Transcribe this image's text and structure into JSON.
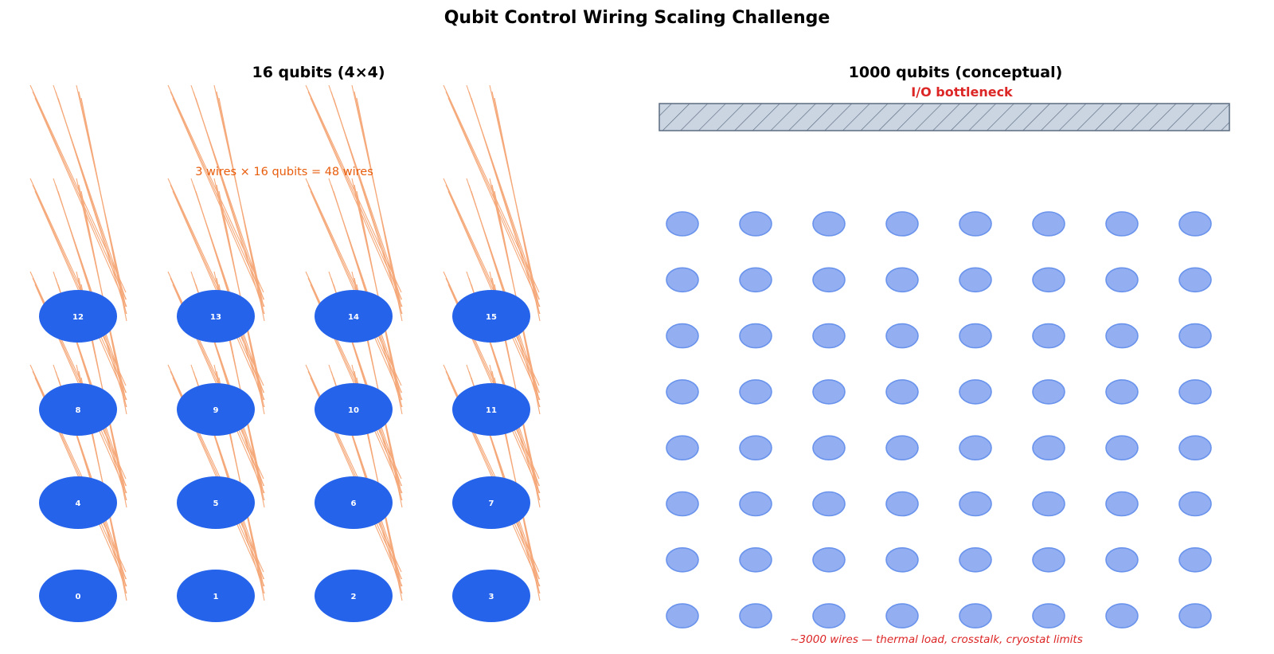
{
  "figure": {
    "title": "Qubit Control Wiring Scaling Challenge"
  },
  "left_panel": {
    "title": "16 qubits (4×4)",
    "annotation": "3 wires × 16 qubits = 48 wires",
    "grid_rows": 4,
    "grid_cols": 4,
    "wires_per_qubit": 3,
    "qubit_labels": [
      "0",
      "1",
      "2",
      "3",
      "4",
      "5",
      "6",
      "7",
      "8",
      "9",
      "10",
      "11",
      "12",
      "13",
      "14",
      "15"
    ],
    "colors": {
      "qubit": "#2563eb",
      "qubit_label": "#ffffff",
      "wire": "#f5a97a",
      "annotation": "#e85d0c"
    }
  },
  "right_panel": {
    "title": "1000 qubits (conceptual)",
    "bottleneck_label": "I/O bottleneck",
    "footer_note": "~3000 wires — thermal load, crosstalk, cryostat limits",
    "grid_rows": 8,
    "grid_cols": 8,
    "colors": {
      "qubit_fill": "#93aff2",
      "qubit_stroke": "#6a93ec",
      "bar_fill": "#cbd5e1",
      "bar_stroke": "#5b6b80",
      "bottleneck": "#dc2626"
    }
  }
}
